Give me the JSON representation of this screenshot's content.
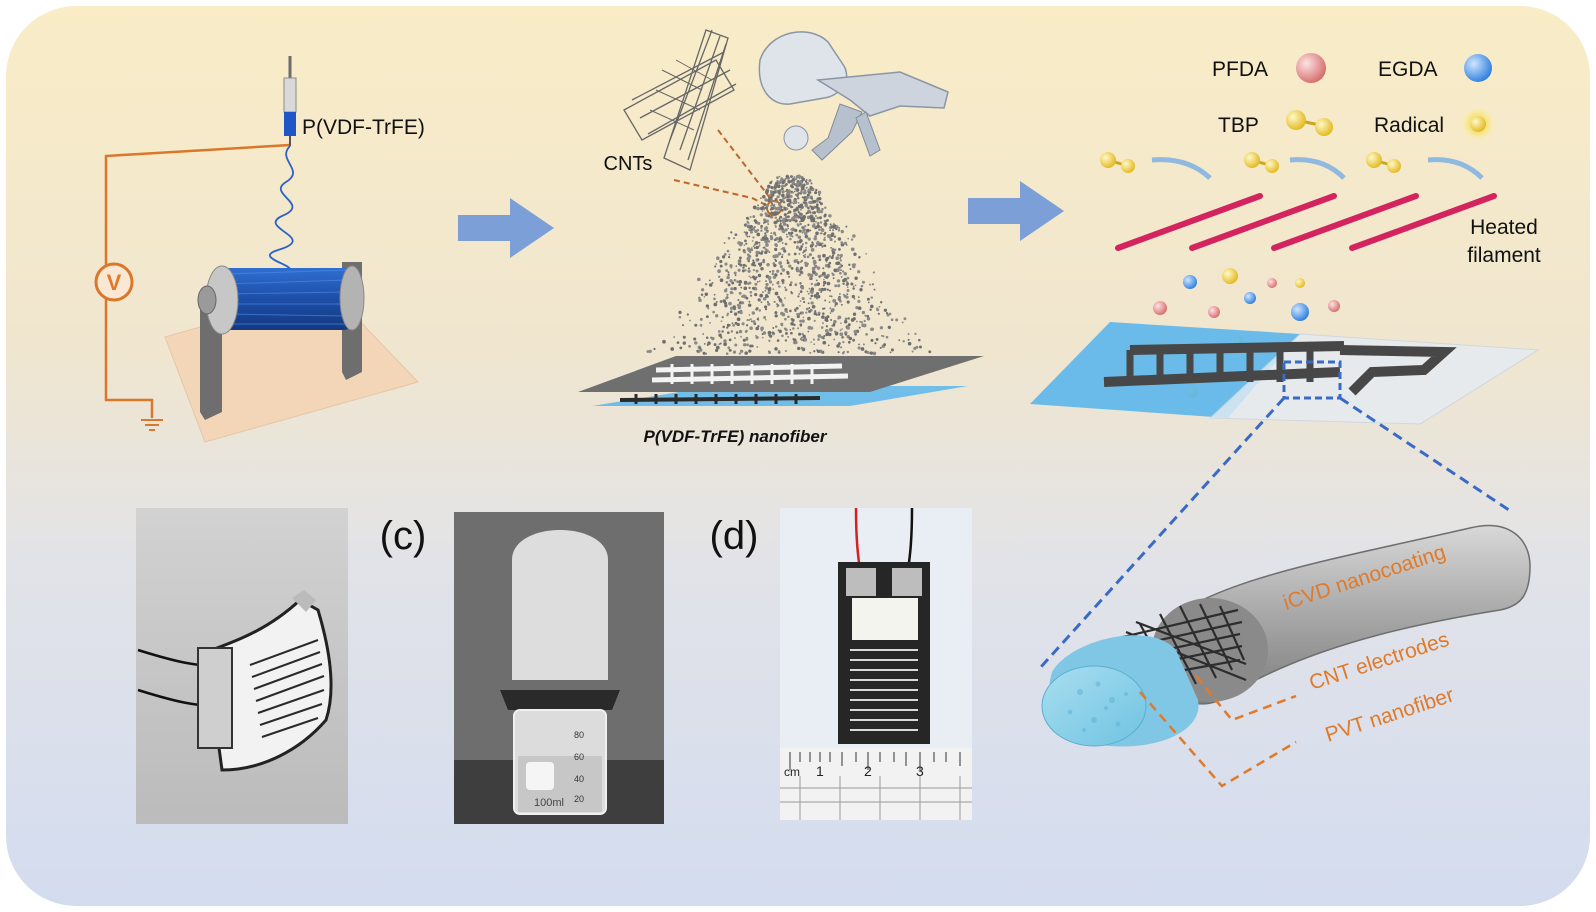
{
  "labels": {
    "electrospin_material": "P(VDF-TrFE)",
    "voltage_symbol": "V",
    "cnts": "CNTs",
    "nanofiber_caption": "P(VDF-TrFE) nanofiber",
    "heated_filament_line1": "Heated",
    "heated_filament_line2": "filament",
    "panel_c": "(c)",
    "panel_d": "(d)",
    "coating_layer": "iCVD nanocoating",
    "electrode_layer": "CNT electrodes",
    "fiber_layer": "PVT nanofiber"
  },
  "legend": [
    {
      "name": "PFDA",
      "symbol": "sphere",
      "color": "#e88c8c"
    },
    {
      "name": "EGDA",
      "symbol": "sphere",
      "color": "#3f8ee0"
    },
    {
      "name": "TBP",
      "symbol": "dimer",
      "color": "#f2d23a"
    },
    {
      "name": "Radical",
      "symbol": "glow",
      "color": "#f2d23a"
    }
  ],
  "ruler": {
    "unit": "cm",
    "ticks": [
      "1",
      "2",
      "3"
    ]
  },
  "beaker": {
    "volume": "100ml",
    "marks": [
      "80",
      "60",
      "40",
      "20"
    ]
  },
  "colors": {
    "arrow": "#7b9fd6",
    "wire": "#d9772b",
    "filament": "#d4245f",
    "substrate": "#5bb6ec",
    "zoom_line": "#3a6bc4",
    "callout": "#e07a2a"
  }
}
